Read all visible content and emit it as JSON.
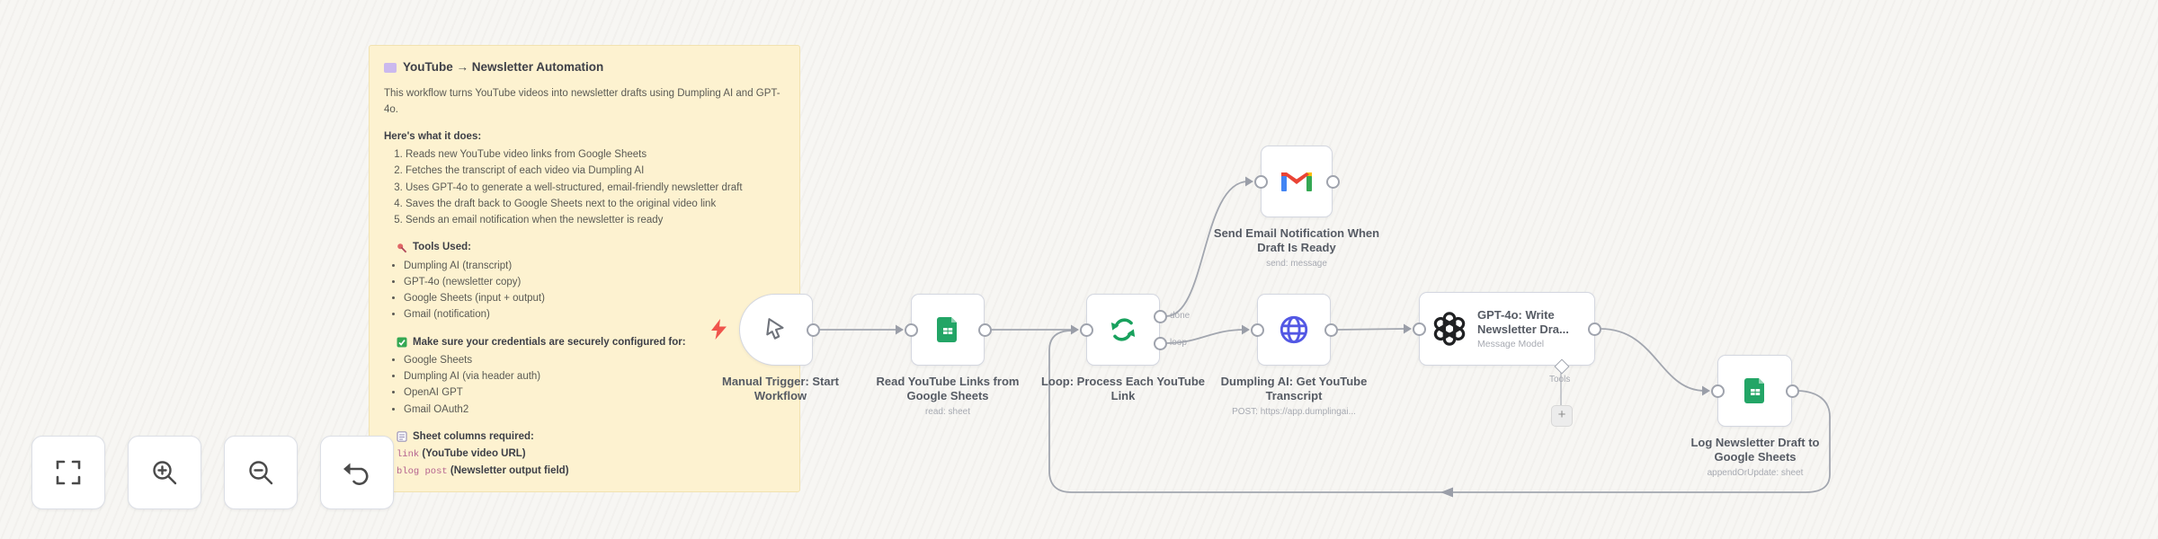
{
  "sticky_note": {
    "title": "YouTube → Newsletter Automation",
    "intro": "This workflow turns YouTube videos into newsletter drafts using Dumpling AI and GPT-4o.",
    "steps_heading": "Here's what it does:",
    "steps": [
      "Reads new YouTube video links from Google Sheets",
      "Fetches the transcript of each video via Dumpling AI",
      "Uses GPT-4o to generate a well-structured, email-friendly newsletter draft",
      "Saves the draft back to Google Sheets next to the original video link",
      "Sends an email notification when the newsletter is ready"
    ],
    "tools_heading": "Tools Used:",
    "tools": [
      "Dumpling AI (transcript)",
      "GPT-4o (newsletter copy)",
      "Google Sheets (input + output)",
      "Gmail (notification)"
    ],
    "credentials_heading": "Make sure your credentials are securely configured for:",
    "credentials": [
      "Google Sheets",
      "Dumpling AI (via header auth)",
      "OpenAI GPT",
      "Gmail OAuth2"
    ],
    "columns_heading": "Sheet columns required:",
    "columns": [
      {
        "code": "link",
        "desc": "(YouTube video URL)"
      },
      {
        "code": "blog post",
        "desc": "(Newsletter output field)"
      }
    ]
  },
  "nodes": {
    "manual_trigger": {
      "label": "Manual Trigger: Start Workflow"
    },
    "read_sheets": {
      "label": "Read YouTube Links from Google Sheets",
      "subtitle": "read: sheet"
    },
    "loop": {
      "label": "Loop: Process Each YouTube Link",
      "outputs": {
        "done": "done",
        "loop": "loop"
      }
    },
    "gmail": {
      "label": "Send Email Notification When Draft Is Ready",
      "subtitle": "send: message"
    },
    "dumpling": {
      "label": "Dumpling AI: Get YouTube Transcript",
      "subtitle": "POST: https://app.dumplingai..."
    },
    "gpt": {
      "title": "GPT-4o: Write Newsletter Dra...",
      "subtitle": "Message Model",
      "tools_port_label": "Tools",
      "add_tool_label": "+"
    },
    "log_sheets": {
      "label": "Log Newsletter Draft to Google Sheets",
      "subtitle": "appendOrUpdate: sheet"
    }
  },
  "icons": {
    "note-icon": "lavender rounded square",
    "pushpin-icon": "red pushpin",
    "check-icon": "green checkbox",
    "columns-icon": "sheet columns clipboard",
    "bolt-icon": "red lightning trigger pin",
    "cursor-icon": "mouse pointer",
    "sheets-icon": "google sheets file",
    "loop-icon": "green circular arrows",
    "globe-icon": "indigo globe http request",
    "gmail-icon": "gmail M envelope",
    "openai-icon": "openai knot logo",
    "fit-view-icon": "corner brackets",
    "zoom-in-icon": "magnifier plus",
    "zoom-out-icon": "magnifier minus",
    "undo-icon": "curved left arrow",
    "plus-icon": "+"
  },
  "colors": {
    "sticky_bg": "#fdf2d0",
    "sticky_border": "#f1e2b0",
    "wire_gray": "#a2a6af",
    "node_border": "#d4d7e0",
    "sheets_green": "#23A566",
    "loop_green": "#18A15D",
    "globe_indigo": "#5358E4",
    "gmail_red": "#EA4335",
    "gmail_blue": "#4285F4",
    "gmail_green": "#34A853",
    "gmail_yellow": "#FBBC04",
    "openai_black": "#202123",
    "bolt_red": "#F0544C",
    "code_pink": "#B5638F"
  }
}
